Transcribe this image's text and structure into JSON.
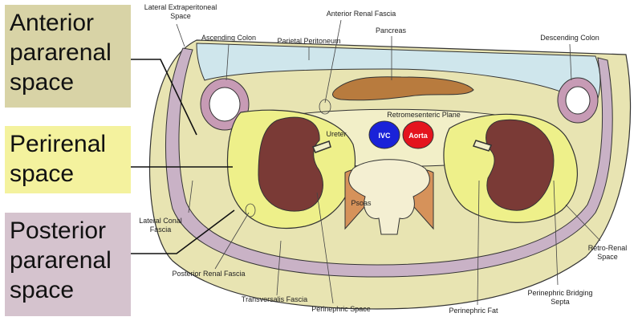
{
  "boxes": {
    "anterior": [
      "Anterior",
      "pararenal",
      "space"
    ],
    "perirenal": [
      "Perirenal",
      "space"
    ],
    "posterior": [
      "Posterior",
      "pararenal",
      "space"
    ]
  },
  "labels": {
    "lateral_extraperitoneal_1": "Lateral Extraperitoneal",
    "lateral_extraperitoneal_2": "Space",
    "anterior_renal_fascia": "Anterior Renal Fascia",
    "ascending_colon": "Ascending Colon",
    "parietal_peritoneum": "Parietal Peritoneum",
    "pancreas": "Pancreas",
    "descending_colon": "Descending Colon",
    "retromesenteric_plane": "Retromesenteric Plane",
    "ureter": "Ureter",
    "ivc": "IVC",
    "aorta": "Aorta",
    "psoas": "Psoas",
    "lateral_conal_fascia_1": "Lateral Conal",
    "lateral_conal_fascia_2": "Fascia",
    "posterior_renal_fascia": "Posterior Renal Fascia",
    "transversalis_fascia": "Transversalis Fascia",
    "perinephric_space": "Perinephric Space",
    "perinephric_fat": "Perinephric Fat",
    "bridging_septa_1": "Perinephric Bridging",
    "bridging_septa_2": "Septa",
    "retro_renal_1": "Retro-Renal",
    "retro_renal_2": "Space"
  },
  "colors": {
    "body_fill": "#e8e4b2",
    "muscle_wall": "#c9b2c6",
    "perirenal_fill": "#eef08a",
    "kidney": "#7a3a36",
    "ivc": "#1a22d8",
    "aorta": "#e4141e",
    "psoas": "#d6925a",
    "peritoneal_cavity": "#cfe6ec",
    "pancreas": "#b87b3e",
    "retroperitoneal_band": "#f2efc8",
    "colon_wall": "#c79bb5",
    "vertebra": "#f4efd2"
  }
}
